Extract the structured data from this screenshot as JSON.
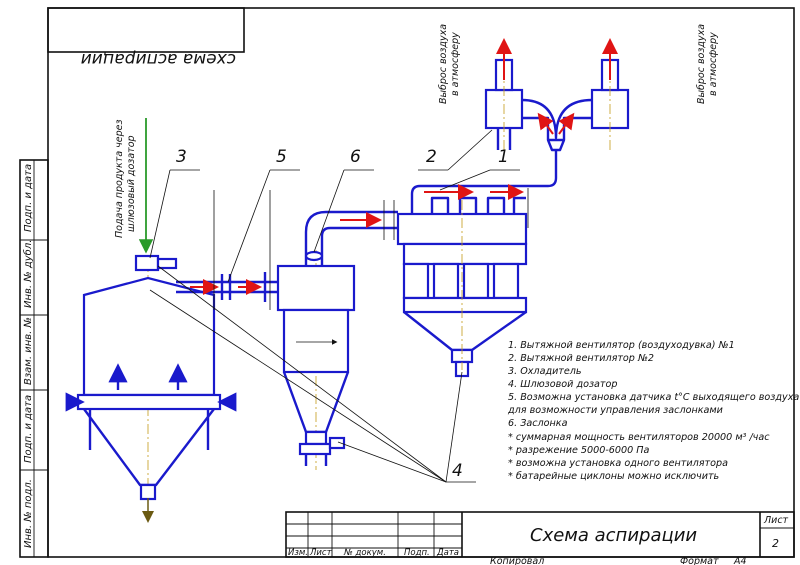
{
  "header_stamp": "схема аспирации",
  "left_strip": {
    "labels": [
      "Подп. и дата",
      "Инв. № дубл.",
      "Взам. инв. №",
      "Подп. и дата",
      "Инв. № подл."
    ]
  },
  "top_annotations": {
    "exhaust_left": [
      "Выброс воздуха",
      "в атмосферу"
    ],
    "exhaust_right": [
      "Выброс воздуха",
      "в атмосферу"
    ],
    "feed": [
      "Подача продукта через",
      "шлюзовый дозатор"
    ]
  },
  "callouts": [
    "1",
    "2",
    "3",
    "4",
    "5",
    "6"
  ],
  "legend": [
    "1. Вытяжной вентилятор (воздуходувка) №1",
    "2. Вытяжной вентилятор  №2",
    "3. Охладитель",
    "4. Шлюзовой дозатор",
    "5. Возможна установка датчика t°C выходящего воздуха",
    "для возможности управления заслонками",
    "6. Заслонка",
    " * суммарная мощность вентиляторов 20000 м³ /час",
    " * разрежение 5000-6000 Па",
    " * возможна установка одного вентилятора",
    " * батарейные циклоны можно исключить"
  ],
  "title_block": {
    "title": "Схема аспирации",
    "sheet_label": "Лист",
    "sheet_number": "2",
    "columns": [
      "Изм.",
      "Лист",
      "№ докум.",
      "Подп.",
      "Дата"
    ],
    "copied": "Копировал",
    "format": "Формат",
    "format_value": "А4"
  },
  "colors": {
    "equipment": "#1a1acc",
    "air_flow": "#e01414",
    "product_flow": "#2a9a2a",
    "axis": "#c49b1a"
  }
}
